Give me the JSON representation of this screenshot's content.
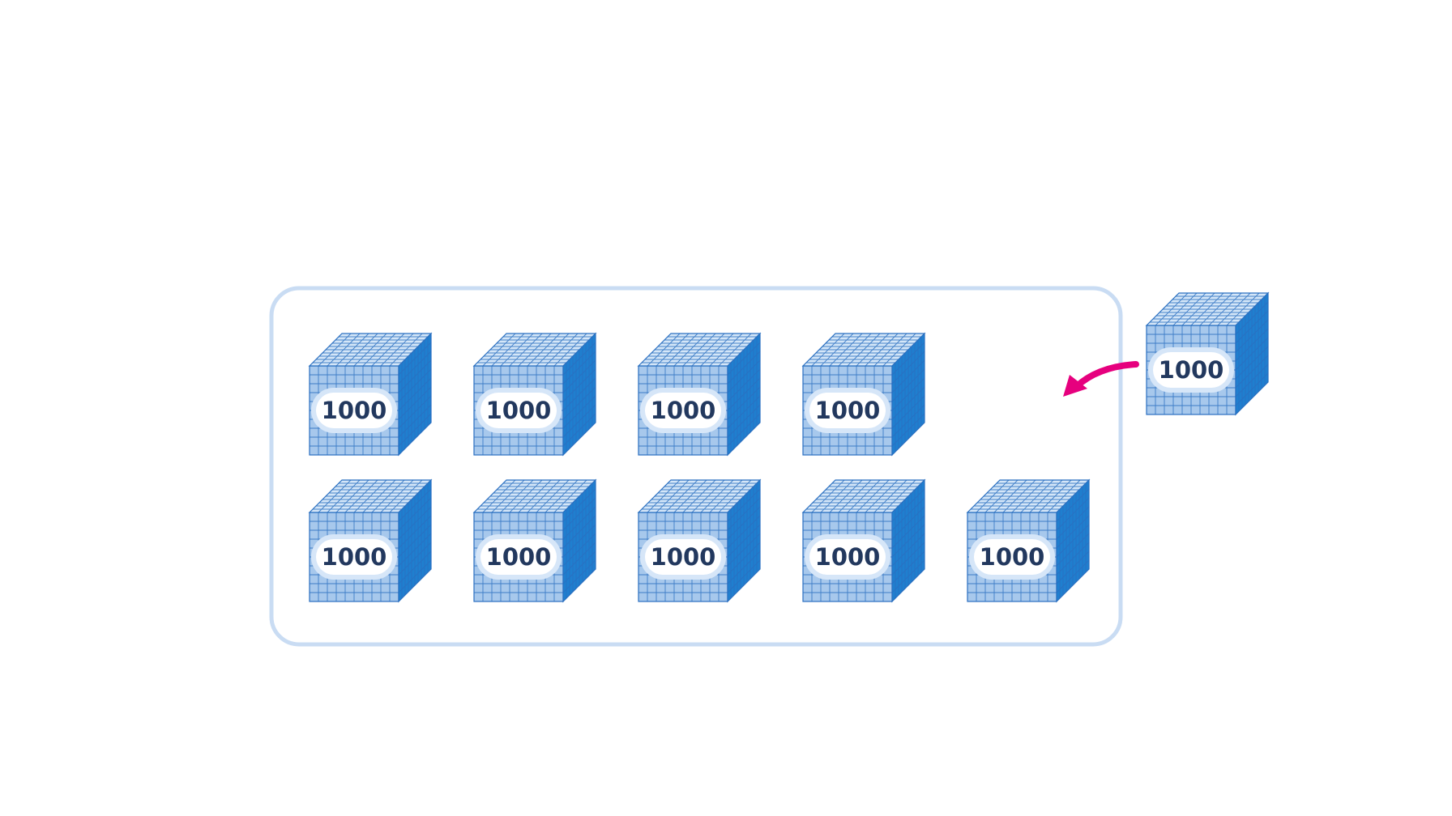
{
  "colors": {
    "background": "#ffffff",
    "frame": "#c9dcf3",
    "cube_front": "#a7c8ec",
    "cube_top": "#d4e6f8",
    "cube_side": "#1f7fcf",
    "cube_grid": "#2a6fc0",
    "label_fill": "#ffffff",
    "label_ring": "#d6e6f8",
    "label_text": "#22385e",
    "arrow": "#e6007e"
  },
  "frame": {
    "cube_labels": [
      "1000",
      "1000",
      "1000",
      "1000",
      "1000",
      "1000",
      "1000",
      "1000",
      "1000"
    ]
  },
  "extra_cube": {
    "label": "1000"
  },
  "icons": {
    "move_arrow": "curved-arrow-left-icon"
  }
}
